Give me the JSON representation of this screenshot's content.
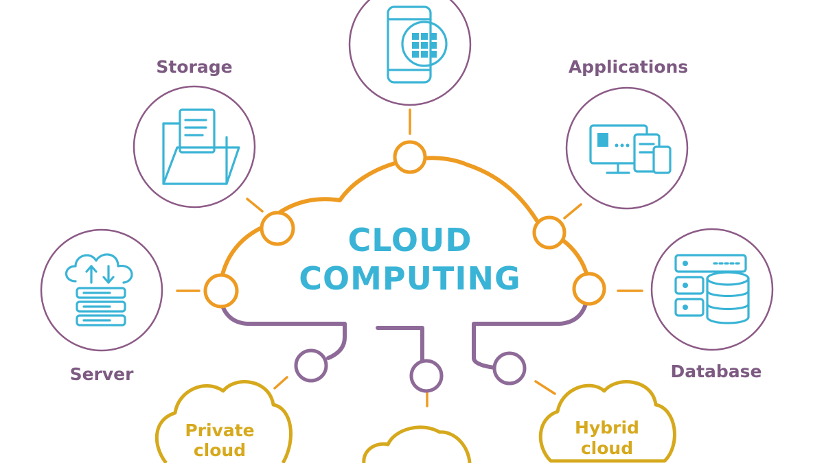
{
  "diagram": {
    "center_title": [
      "CLOUD",
      "COMPUTING"
    ],
    "services": [
      {
        "id": "top",
        "label": "",
        "icon": "mobile-app-icon"
      },
      {
        "id": "storage",
        "label": "Storage",
        "icon": "folder-documents-icon"
      },
      {
        "id": "applications",
        "label": "Applications",
        "icon": "devices-icon"
      },
      {
        "id": "server",
        "label": "Server",
        "icon": "server-upload-download-icon"
      },
      {
        "id": "database",
        "label": "Database",
        "icon": "database-icon"
      }
    ],
    "deployments": [
      {
        "id": "private",
        "lines": [
          "Private",
          "cloud"
        ]
      },
      {
        "id": "public",
        "lines": []
      },
      {
        "id": "hybrid",
        "lines": [
          "Hybrid",
          "cloud"
        ]
      }
    ],
    "colors": {
      "accent_blue": "#3ab4d6",
      "ring_purple": "#8c5a86",
      "label_purple": "#7d5a82",
      "connector_orange": "#ee9b22",
      "branch_purple": "#8e6a98",
      "deploy_gold": "#d6a91d"
    }
  }
}
